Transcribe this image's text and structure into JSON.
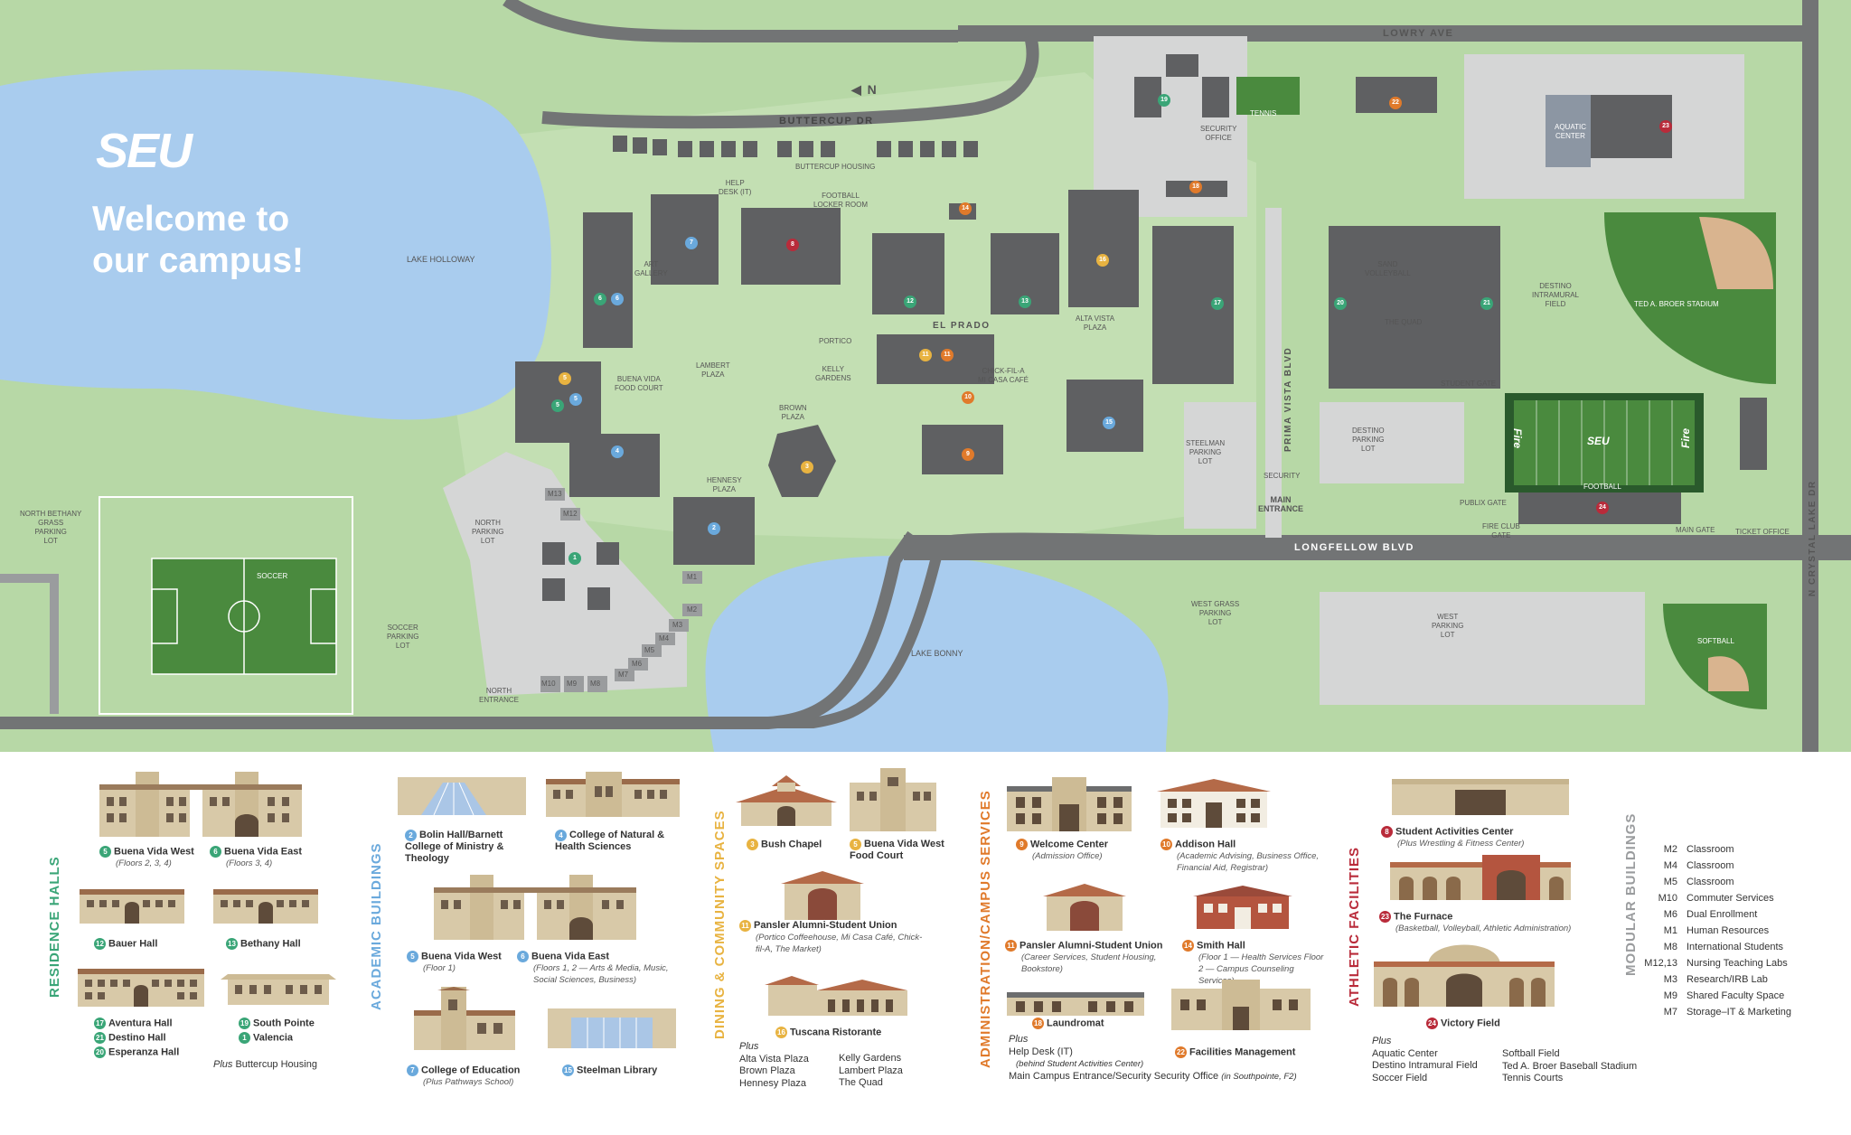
{
  "header": {
    "logo_text": "SEU",
    "welcome_line1": "Welcome to",
    "welcome_line2": "our campus!"
  },
  "map": {
    "roads": {
      "lowry": "LOWRY AVE",
      "buttercup": "BUTTERCUP DR",
      "el_prado": "EL PRADO",
      "longfellow": "LONGFELLOW BLVD",
      "prima_vista": "PRIMA VISTA BLVD",
      "crystal_lake": "N CRYSTAL LAKE DR"
    },
    "north": "N",
    "lakes": {
      "holloway": "LAKE HOLLOWAY",
      "bonny": "LAKE BONNY"
    },
    "labels": {
      "buttercup_housing": "BUTTERCUP HOUSING",
      "help_desk": "HELP\nDESK (IT)",
      "football_locker": "FOOTBALL\nLOCKER ROOM",
      "art_gallery": "ART\nGALLERY",
      "lambert": "LAMBERT\nPLAZA",
      "kelly": "KELLY\nGARDENS",
      "portico": "PORTICO",
      "chickfila": "CHICK-FIL-A\nMI CASA CAFÉ",
      "brown": "BROWN\nPLAZA",
      "buena_vida_food": "BUENA VIDA\nFOOD COURT",
      "hennesy": "HENNESY\nPLAZA",
      "alta_vista": "ALTA VISTA\nPLAZA",
      "security_office": "SECURITY\nOFFICE",
      "tennis": "TENNIS",
      "aquatic": "AQUATIC\nCENTER",
      "sand_volley": "SAND\nVOLLEYBALL",
      "the_quad": "THE QUAD",
      "destino_field": "DESTINO\nINTRAMURAL\nFIELD",
      "broer": "TED A. BROER STADIUM",
      "student_gate": "STUDENT GATE",
      "destino_lot": "DESTINO\nPARKING\nLOT",
      "steelman_lot": "STEELMAN\nPARKING\nLOT",
      "security": "SECURITY",
      "main_entrance": "MAIN\nENTRANCE",
      "football": "FOOTBALL",
      "publix_gate": "PUBLIX GATE",
      "fire_club_gate": "FIRE CLUB\nGATE",
      "main_gate": "MAIN GATE",
      "ticket_office": "TICKET OFFICE",
      "north_bethany": "NORTH BETHANY\nGRASS\nPARKING\nLOT",
      "soccer": "SOCCER",
      "soccer_lot": "SOCCER\nPARKING\nLOT",
      "north_lot": "NORTH\nPARKING\nLOT",
      "north_entrance": "NORTH\nENTRANCE",
      "west_grass": "WEST GRASS\nPARKING\nLOT",
      "west_lot": "WEST\nPARKING\nLOT",
      "softball": "SOFTBALL",
      "field_brand": "SEU",
      "end_zone": "Fire"
    },
    "modular_labels": [
      "M13",
      "M12",
      "M1",
      "M2",
      "M3",
      "M4",
      "M5",
      "M6",
      "M7",
      "M10",
      "M9",
      "M8"
    ]
  },
  "legend": {
    "residence": {
      "title": "RESIDENCE HALLS",
      "items": [
        {
          "n": "5",
          "name": "Buena Vida West",
          "sub": "(Floors 2, 3, 4)"
        },
        {
          "n": "6",
          "name": "Buena Vida East",
          "sub": "(Floors 3, 4)"
        },
        {
          "n": "12",
          "name": "Bauer Hall",
          "sub": ""
        },
        {
          "n": "13",
          "name": "Bethany Hall",
          "sub": ""
        },
        {
          "n": "17",
          "name": "Aventura Hall"
        },
        {
          "n": "21",
          "name": "Destino Hall"
        },
        {
          "n": "20",
          "name": "Esperanza Hall"
        },
        {
          "n": "19",
          "name": "South Pointe"
        },
        {
          "n": "1",
          "name": "Valencia"
        }
      ],
      "plus": "Plus",
      "plus_text": "Buttercup Housing"
    },
    "academic": {
      "title": "ACADEMIC BUILDINGS",
      "items": [
        {
          "n": "2",
          "name": "Bolin Hall/Barnett College of Ministry & Theology",
          "sub": ""
        },
        {
          "n": "4",
          "name": "College of Natural & Health Sciences",
          "sub": ""
        },
        {
          "n": "5",
          "name": "Buena Vida West",
          "sub": "(Floor 1)"
        },
        {
          "n": "6",
          "name": "Buena Vida East",
          "sub": "(Floors 1, 2 — Arts & Media, Music, Social Sciences, Business)"
        },
        {
          "n": "7",
          "name": "College of Education",
          "sub": "(Plus Pathways School)"
        },
        {
          "n": "15",
          "name": "Steelman Library",
          "sub": ""
        }
      ]
    },
    "dining": {
      "title": "DINING & COMMUNITY SPACES",
      "items": [
        {
          "n": "3",
          "name": "Bush Chapel",
          "sub": ""
        },
        {
          "n": "5",
          "name": "Buena Vida West Food Court",
          "sub": ""
        },
        {
          "n": "11",
          "name": "Pansler Alumni-Student Union",
          "sub": "(Portico Coffeehouse, Mi Casa Café, Chick-fil-A, The Market)"
        },
        {
          "n": "16",
          "name": "Tuscana Ristorante",
          "sub": ""
        }
      ],
      "plus": "Plus",
      "col1": [
        "Alta Vista Plaza",
        "Brown Plaza",
        "Hennesy Plaza"
      ],
      "col2": [
        "Kelly Gardens",
        "Lambert Plaza",
        "The Quad"
      ]
    },
    "admin": {
      "title": "ADMINISTRATION/CAMPUS SERVICES",
      "items": [
        {
          "n": "9",
          "name": "Welcome Center",
          "sub": "(Admission Office)"
        },
        {
          "n": "10",
          "name": "Addison Hall",
          "sub": "(Academic Advising, Business Office, Financial Aid, Registrar)"
        },
        {
          "n": "11",
          "name": "Pansler Alumni-Student Union",
          "sub": "(Career Services, Student Housing, Bookstore)"
        },
        {
          "n": "14",
          "name": "Smith Hall",
          "sub": "(Floor 1 — Health Services Floor 2 — Campus Counseling Services)"
        },
        {
          "n": "18",
          "name": "Laundromat",
          "sub": ""
        },
        {
          "n": "22",
          "name": "Facilities Management",
          "sub": ""
        }
      ],
      "plus": "Plus",
      "extra1": "Help Desk (IT)",
      "extra1_sub": "(behind Student Activities Center)",
      "extra2": "Main Campus Entrance/Security Security Office",
      "extra2_sub": "(in Southpointe, F2)"
    },
    "athletic": {
      "title": "ATHLETIC FACILITIES",
      "items": [
        {
          "n": "8",
          "name": "Student Activities Center",
          "sub": "(Plus Wrestling & Fitness Center)"
        },
        {
          "n": "23",
          "name": "The Furnace",
          "sub": "(Basketball, Volleyball, Athletic Administration)"
        },
        {
          "n": "24",
          "name": "Victory Field",
          "sub": ""
        }
      ],
      "plus": "Plus",
      "col1": [
        "Aquatic Center",
        "Destino Intramural Field",
        "Soccer Field"
      ],
      "col2": [
        "Softball Field",
        "Ted A. Broer Baseball Stadium",
        "Tennis Courts"
      ]
    },
    "modular": {
      "title": "MODULAR BUILDINGS",
      "rows": [
        {
          "code": "M2",
          "name": "Classroom"
        },
        {
          "code": "M4",
          "name": "Classroom"
        },
        {
          "code": "M5",
          "name": "Classroom"
        },
        {
          "code": "M10",
          "name": "Commuter Services"
        },
        {
          "code": "M6",
          "name": "Dual Enrollment"
        },
        {
          "code": "M1",
          "name": "Human Resources"
        },
        {
          "code": "M8",
          "name": "International Students"
        },
        {
          "code": "M12,13",
          "name": "Nursing Teaching Labs"
        },
        {
          "code": "M3",
          "name": "Research/IRB Lab"
        },
        {
          "code": "M9",
          "name": "Shared Faculty Space"
        },
        {
          "code": "M7",
          "name": "Storage–IT & Marketing"
        }
      ]
    }
  },
  "colors": {
    "grass": "#b7d8a6",
    "lake": "#a9ccee",
    "road": "#727475",
    "building": "#5f6062",
    "residence": "#3aa577",
    "academic": "#6aa9dc",
    "dining": "#e8b341",
    "admin": "#e07a2b",
    "athletic": "#b92b3a",
    "modular": "#9a9c9e"
  }
}
